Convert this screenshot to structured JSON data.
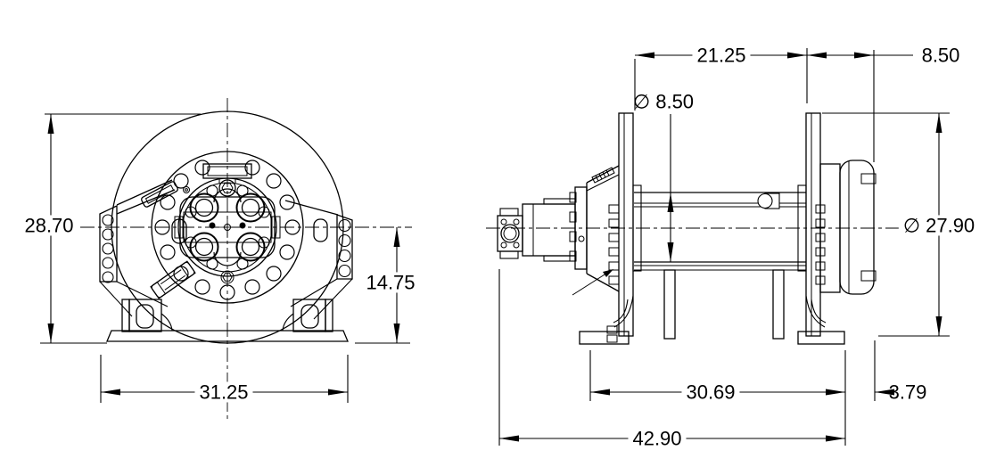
{
  "front_view": {
    "dims": {
      "overall_height": "28.70",
      "centerline_height": "14.75",
      "base_width": "31.25"
    }
  },
  "side_view": {
    "dims": {
      "drum_length": "21.25",
      "flange_to_end": "8.50",
      "drum_core_dia": "∅ 8.50",
      "flange_dia": "∅ 27.90",
      "foot_span": "30.69",
      "end_offset": "3.79",
      "overall_length": "42.90"
    }
  },
  "style": {
    "line_color": "#000000",
    "text_color": "#000000",
    "background": "#ffffff"
  }
}
